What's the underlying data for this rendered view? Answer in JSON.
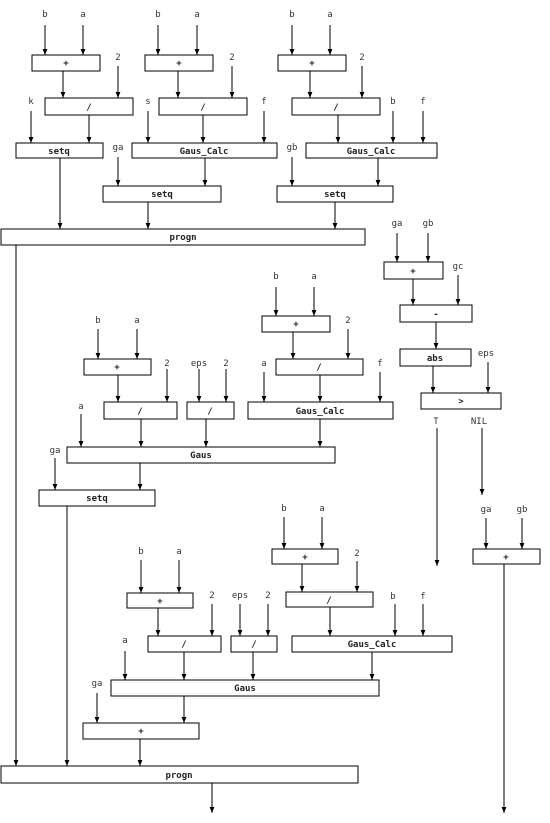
{
  "nodes": {
    "n_plus1": "+",
    "n_div1": "/",
    "n_setq_k": "setq",
    "n_plus2": "+",
    "n_div2": "/",
    "n_gcalc1": "Gaus_Calc",
    "n_setq_ga": "setq",
    "n_plus3": "+",
    "n_div3": "/",
    "n_gcalc2": "Gaus_Calc",
    "n_setq_gb": "setq",
    "n_progn1": "progn",
    "n_plus_r1": "+",
    "n_minus": "-",
    "n_abs": "abs",
    "n_gt": ">",
    "n_plus_m1": "+",
    "n_div_m2": "/",
    "n_gcalc_m": "Gaus_Calc",
    "n_plus_m0": "+",
    "n_div_m1": "/",
    "n_div_m3": "/",
    "n_gaus_m": "Gaus",
    "n_setq_m": "setq",
    "n_plus_l1": "+",
    "n_div_l2": "/",
    "n_gcalc_l": "Gaus_Calc",
    "n_plus_l0": "+",
    "n_div_l1": "/",
    "n_div_l3": "/",
    "n_gaus_l": "Gaus",
    "n_plus_l2": "+",
    "n_progn2": "progn",
    "n_plus_r2": "+"
  },
  "inputs": {
    "i1": "b",
    "i2": "a",
    "i3": "b",
    "i4": "a",
    "i5": "b",
    "i6": "a",
    "i7": "2",
    "i8": "2",
    "i9": "2",
    "i10": "k",
    "i11": "s",
    "i12": "f",
    "i13": "b",
    "i14": "f",
    "i15": "ga",
    "i16": "gb",
    "i17": "ga",
    "i18": "gb",
    "i19": "gc",
    "i20": "eps",
    "i21": "b",
    "i22": "a",
    "i23": "2",
    "i24": "b",
    "i25": "a",
    "i26": "2",
    "i27": "eps",
    "i28": "2",
    "i29": "a",
    "i30": "f",
    "i31": "a",
    "i32": "ga",
    "i33": "T",
    "i34": "NIL",
    "i35": "ga",
    "i36": "gb",
    "i37": "b",
    "i38": "a",
    "i39": "2",
    "i40": "b",
    "i41": "a",
    "i42": "2",
    "i43": "eps",
    "i44": "2",
    "i45": "b",
    "i46": "f",
    "i47": "a",
    "i48": "ga"
  }
}
